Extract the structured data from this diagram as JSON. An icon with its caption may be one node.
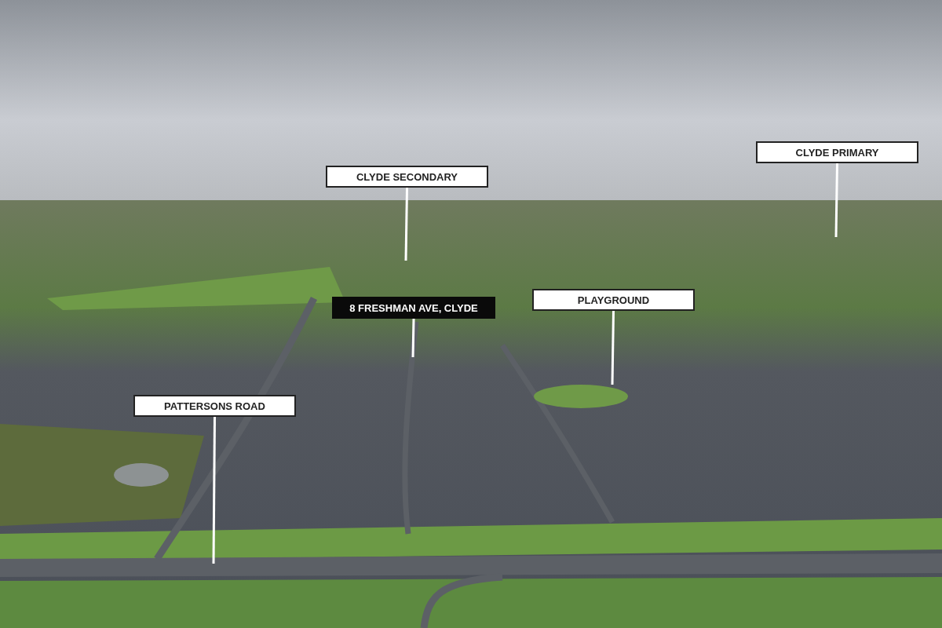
{
  "diagram": {
    "nodes": [
      {
        "text": [
          "CLYDE PRIMARY"
        ]
      },
      {
        "text": [
          "CLYDE SECONDARY"
        ]
      },
      {
        "text": [
          "PLAYGROUND"
        ]
      },
      {
        "text": [
          "8 FRESHMAN AVE, CLYDE"
        ]
      },
      {
        "text": [
          "PATTERSONS ROAD"
        ]
      }
    ],
    "edges": [
      {
        "from": 0,
        "to": null,
        "arrow": "none"
      },
      {
        "from": 1,
        "to": null,
        "arrow": "none"
      },
      {
        "from": 2,
        "to": null,
        "arrow": "none"
      },
      {
        "from": 3,
        "to": null,
        "arrow": "none"
      },
      {
        "from": 4,
        "to": null,
        "arrow": "none"
      }
    ]
  }
}
